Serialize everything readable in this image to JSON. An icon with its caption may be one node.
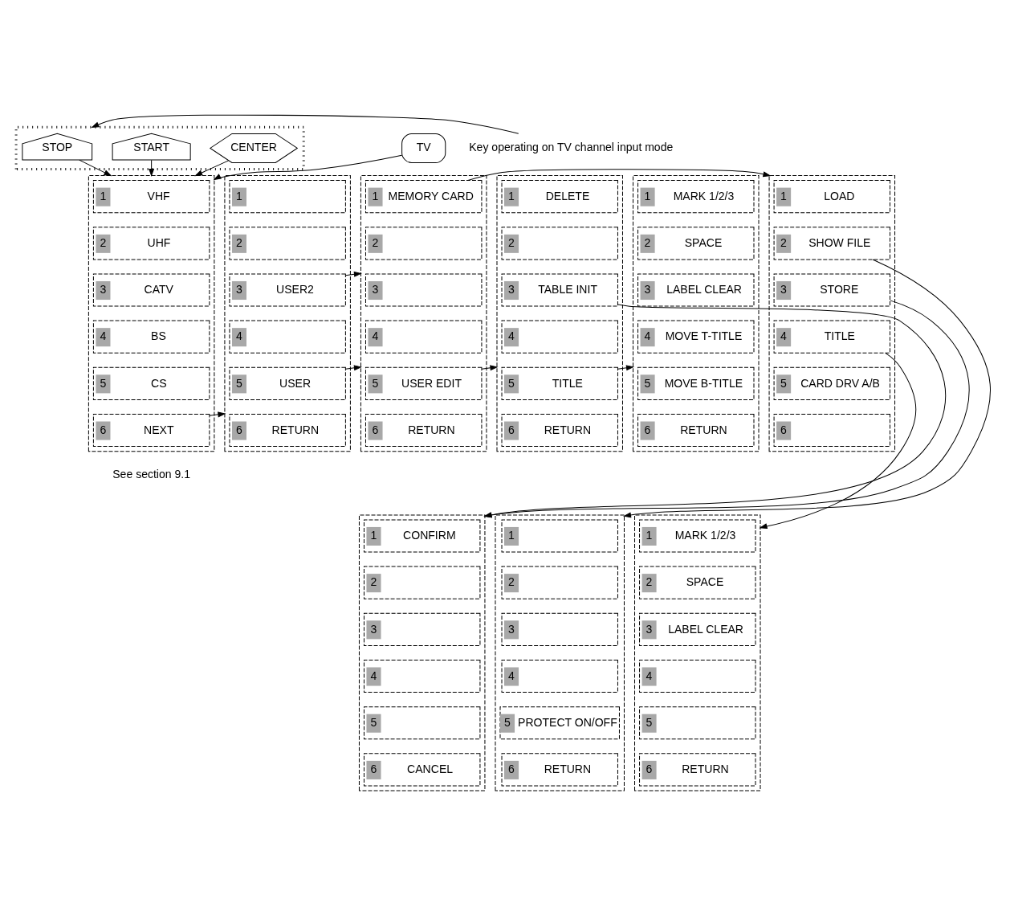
{
  "diagram": {
    "nodes": [
      {
        "text": [
          "TV"
        ]
      },
      {
        "text": [],
        "shape": "box"
      },
      {
        "text": [
          "CENTER"
        ],
        "in": 1
      },
      {
        "text": [
          "START"
        ],
        "in": 1
      },
      {
        "text": [
          "STOP"
        ],
        "in": 1
      },
      {
        "text": [
          "Key operating on TV channel input mode"
        ]
      },
      {
        "text": [],
        "shape": "box"
      },
      {
        "text": [
          "1",
          "VHF"
        ],
        "in": 6
      },
      {
        "text": [
          "2",
          "UHF"
        ],
        "in": 6
      },
      {
        "text": [
          "3",
          "CATV"
        ],
        "in": 6
      },
      {
        "text": [
          "4",
          "BS"
        ],
        "in": 6
      },
      {
        "text": [
          "5",
          "CS"
        ],
        "in": 6
      },
      {
        "text": [
          "6",
          "NEXT"
        ],
        "in": 6
      },
      {
        "text": [],
        "shape": "box"
      },
      {
        "text": [
          "1"
        ],
        "in": 13
      },
      {
        "text": [
          "2"
        ],
        "in": 13
      },
      {
        "text": [
          "3",
          "USER2"
        ],
        "in": 13
      },
      {
        "text": [
          "4"
        ],
        "in": 13
      },
      {
        "text": [
          "5",
          "USER"
        ],
        "in": 13
      },
      {
        "text": [
          "6",
          "RETURN"
        ],
        "in": 13
      },
      {
        "text": [],
        "shape": "box"
      },
      {
        "text": [
          "1",
          "MEMORY CARD"
        ],
        "in": 20
      },
      {
        "text": [
          "2"
        ],
        "in": 20
      },
      {
        "text": [
          "3"
        ],
        "in": 20
      },
      {
        "text": [
          "4"
        ],
        "in": 20
      },
      {
        "text": [
          "5",
          "USER EDIT"
        ],
        "in": 20
      },
      {
        "text": [
          "6",
          "RETURN"
        ],
        "in": 20
      },
      {
        "text": [],
        "shape": "box"
      },
      {
        "text": [
          "1",
          "DELETE"
        ],
        "in": 27
      },
      {
        "text": [
          "2"
        ],
        "in": 27
      },
      {
        "text": [
          "3",
          "TABLE INIT"
        ],
        "in": 27
      },
      {
        "text": [
          "4"
        ],
        "in": 27
      },
      {
        "text": [
          "5",
          "TITLE"
        ],
        "in": 27
      },
      {
        "text": [
          "6",
          "RETURN"
        ],
        "in": 27
      },
      {
        "text": [],
        "shape": "box"
      },
      {
        "text": [
          "1",
          "MARK 1/2/3"
        ],
        "in": 34
      },
      {
        "text": [
          "2",
          "SPACE"
        ],
        "in": 34
      },
      {
        "text": [
          "3",
          "LABEL CLEAR"
        ],
        "in": 34
      },
      {
        "text": [
          "4",
          "MOVE T-TITLE"
        ],
        "in": 34
      },
      {
        "text": [
          "5",
          "MOVE B-TITLE"
        ],
        "in": 34
      },
      {
        "text": [
          "6",
          "RETURN"
        ],
        "in": 34
      },
      {
        "text": [],
        "shape": "box"
      },
      {
        "text": [
          "1",
          "LOAD"
        ],
        "in": 41
      },
      {
        "text": [
          "2",
          "SHOW FILE"
        ],
        "in": 41
      },
      {
        "text": [
          "3",
          "STORE"
        ],
        "in": 41
      },
      {
        "text": [
          "4",
          "TITLE"
        ],
        "in": 41
      },
      {
        "text": [
          "5",
          "CARD DRV A/B"
        ],
        "in": 41
      },
      {
        "text": [
          "6"
        ],
        "in": 41
      },
      {
        "text": [],
        "shape": "box"
      },
      {
        "text": [
          "1",
          "CONFIRM"
        ],
        "in": 48
      },
      {
        "text": [
          "2"
        ],
        "in": 48
      },
      {
        "text": [
          "3"
        ],
        "in": 48
      },
      {
        "text": [
          "4"
        ],
        "in": 48
      },
      {
        "text": [
          "5"
        ],
        "in": 48
      },
      {
        "text": [
          "6",
          "CANCEL"
        ],
        "in": 48
      },
      {
        "text": [],
        "shape": "box"
      },
      {
        "text": [
          "1"
        ],
        "in": 55
      },
      {
        "text": [
          "2"
        ],
        "in": 55
      },
      {
        "text": [
          "3"
        ],
        "in": 55
      },
      {
        "text": [
          "4"
        ],
        "in": 55
      },
      {
        "text": [
          "5",
          "PROTECT ON/OFF"
        ],
        "in": 55
      },
      {
        "text": [
          "6",
          "RETURN"
        ],
        "in": 55
      },
      {
        "text": [],
        "shape": "box"
      },
      {
        "text": [
          "1",
          "MARK 1/2/3"
        ],
        "in": 62
      },
      {
        "text": [
          "2",
          "SPACE"
        ],
        "in": 62
      },
      {
        "text": [
          "3",
          "LABEL CLEAR"
        ],
        "in": 62
      },
      {
        "text": [
          "4"
        ],
        "in": 62
      },
      {
        "text": [
          "5"
        ],
        "in": 62
      },
      {
        "text": [
          "6",
          "RETURN"
        ],
        "in": 62
      }
    ],
    "edges": [
      {
        "from": 0,
        "to": 6,
        "arrow": "to"
      },
      {
        "from": 2,
        "to": 6,
        "arrow": "to"
      },
      {
        "from": 3,
        "to": 6,
        "arrow": "to"
      },
      {
        "from": 4,
        "to": 6,
        "arrow": "to"
      },
      {
        "from": 5,
        "to": 1,
        "arrow": "to"
      },
      {
        "from": 12,
        "to": 13,
        "arrow": "to"
      },
      {
        "from": 16,
        "to": 20,
        "arrow": "to"
      },
      {
        "from": 18,
        "to": 20,
        "arrow": "to"
      },
      {
        "from": 21,
        "to": 41,
        "arrow": "to"
      },
      {
        "from": 25,
        "to": 27,
        "arrow": "to"
      },
      {
        "from": 32,
        "to": 34,
        "arrow": "to"
      },
      {
        "from": 30,
        "to": 48,
        "arrow": "to"
      },
      {
        "from": 44,
        "to": 48,
        "arrow": "to"
      },
      {
        "from": 43,
        "to": 55,
        "arrow": "to"
      },
      {
        "from": 45,
        "to": 62,
        "arrow": "to"
      }
    ],
    "labels": [
      "See section 9.1"
    ]
  }
}
